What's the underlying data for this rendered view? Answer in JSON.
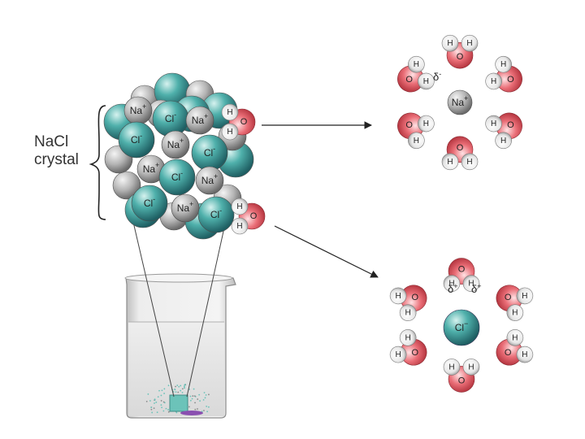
{
  "crystal": {
    "label_line1": "NaCl",
    "label_line2": "crystal",
    "na_label": "Na",
    "na_charge": "+",
    "cl_label": "Cl",
    "cl_charge": "-"
  },
  "water": {
    "h": "H",
    "o": "O"
  },
  "hydrated_sodium": {
    "ion": "Na",
    "charge": "+",
    "delta": "δ",
    "delta_sign": "-"
  },
  "hydrated_chloride": {
    "ion": "Cl",
    "charge": "−",
    "delta": "δ",
    "delta_sign": "+"
  },
  "colors": {
    "na_gray": "#a9a9a9",
    "cl_teal": "#3f9a97",
    "oxygen_red": "#e0535d",
    "hydrogen_white": "#f2f2f2",
    "beaker_glass": "#e8e8e8",
    "water_fill": "#dcdcdc"
  }
}
